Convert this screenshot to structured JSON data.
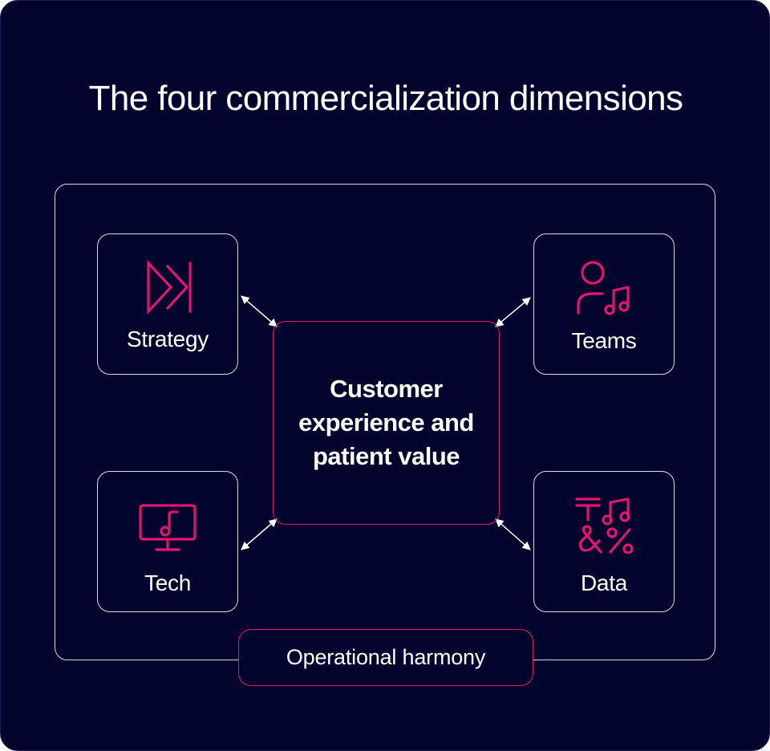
{
  "title": "The four commercialization dimensions",
  "center": {
    "label": "Customer experience and patient value"
  },
  "dimensions": [
    {
      "label": "Strategy",
      "icon": "fast-forward-icon"
    },
    {
      "label": "Teams",
      "icon": "person-music-icon"
    },
    {
      "label": "Tech",
      "icon": "monitor-music-icon"
    },
    {
      "label": "Data",
      "icon": "symbols-icon"
    }
  ],
  "footer": {
    "label": "Operational harmony"
  },
  "colors": {
    "background": "#03042e",
    "accent": "#e3156e",
    "outline": "#d9dbe6",
    "text": "#ffffff"
  }
}
